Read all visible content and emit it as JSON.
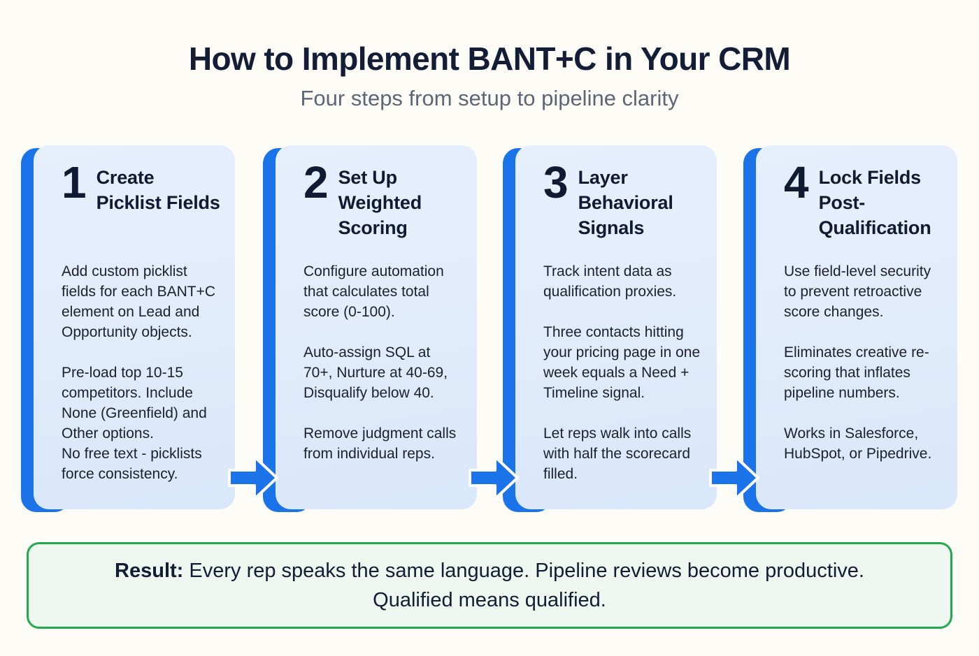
{
  "header": {
    "title": "How to Implement BANT+C in Your CRM",
    "subtitle": "Four steps from setup to pipeline clarity"
  },
  "colors": {
    "background": "#fdfcf7",
    "accent_blue": "#1a73e8",
    "card_fill": "#e3edfb",
    "title_navy": "#131d36",
    "subtitle_gray": "#5d6676",
    "body_text": "#1b202c",
    "result_border_green": "#22a84e",
    "result_fill_green": "#eef8f0"
  },
  "steps": [
    {
      "number": "1",
      "title": "Create Picklist Fields",
      "paragraphs": [
        "Add custom picklist fields for each BANT+C element on Lead and Opportunity objects.",
        "Pre-load top 10-15 competitors. Include None (Greenfield) and Other options.\nNo free text - picklists force consistency."
      ]
    },
    {
      "number": "2",
      "title": "Set Up Weighted Scoring",
      "paragraphs": [
        "Configure automation that calculates total score (0-100).",
        "Auto-assign SQL at 70+, Nurture at 40-69, Disqualify below 40.",
        "Remove judgment calls from individual reps."
      ]
    },
    {
      "number": "3",
      "title": "Layer Behavioral Signals",
      "paragraphs": [
        "Track intent data as qualification proxies.",
        "Three contacts hitting your pricing page in one week equals a Need + Timeline signal.",
        "Let reps walk into calls with half the scorecard filled."
      ]
    },
    {
      "number": "4",
      "title": "Lock Fields Post-Qualification",
      "paragraphs": [
        "Use field-level security to prevent retroactive score changes.",
        "Eliminates creative re-scoring that inflates pipeline numbers.",
        "Works in Salesforce, HubSpot, or Pipedrive."
      ]
    }
  ],
  "connectors": [
    {
      "name": "arrow-right-icon"
    },
    {
      "name": "arrow-right-icon"
    },
    {
      "name": "arrow-right-icon"
    }
  ],
  "result": {
    "label": "Result:",
    "text": " Every rep speaks the same language. Pipeline reviews become productive. Qualified means qualified."
  }
}
